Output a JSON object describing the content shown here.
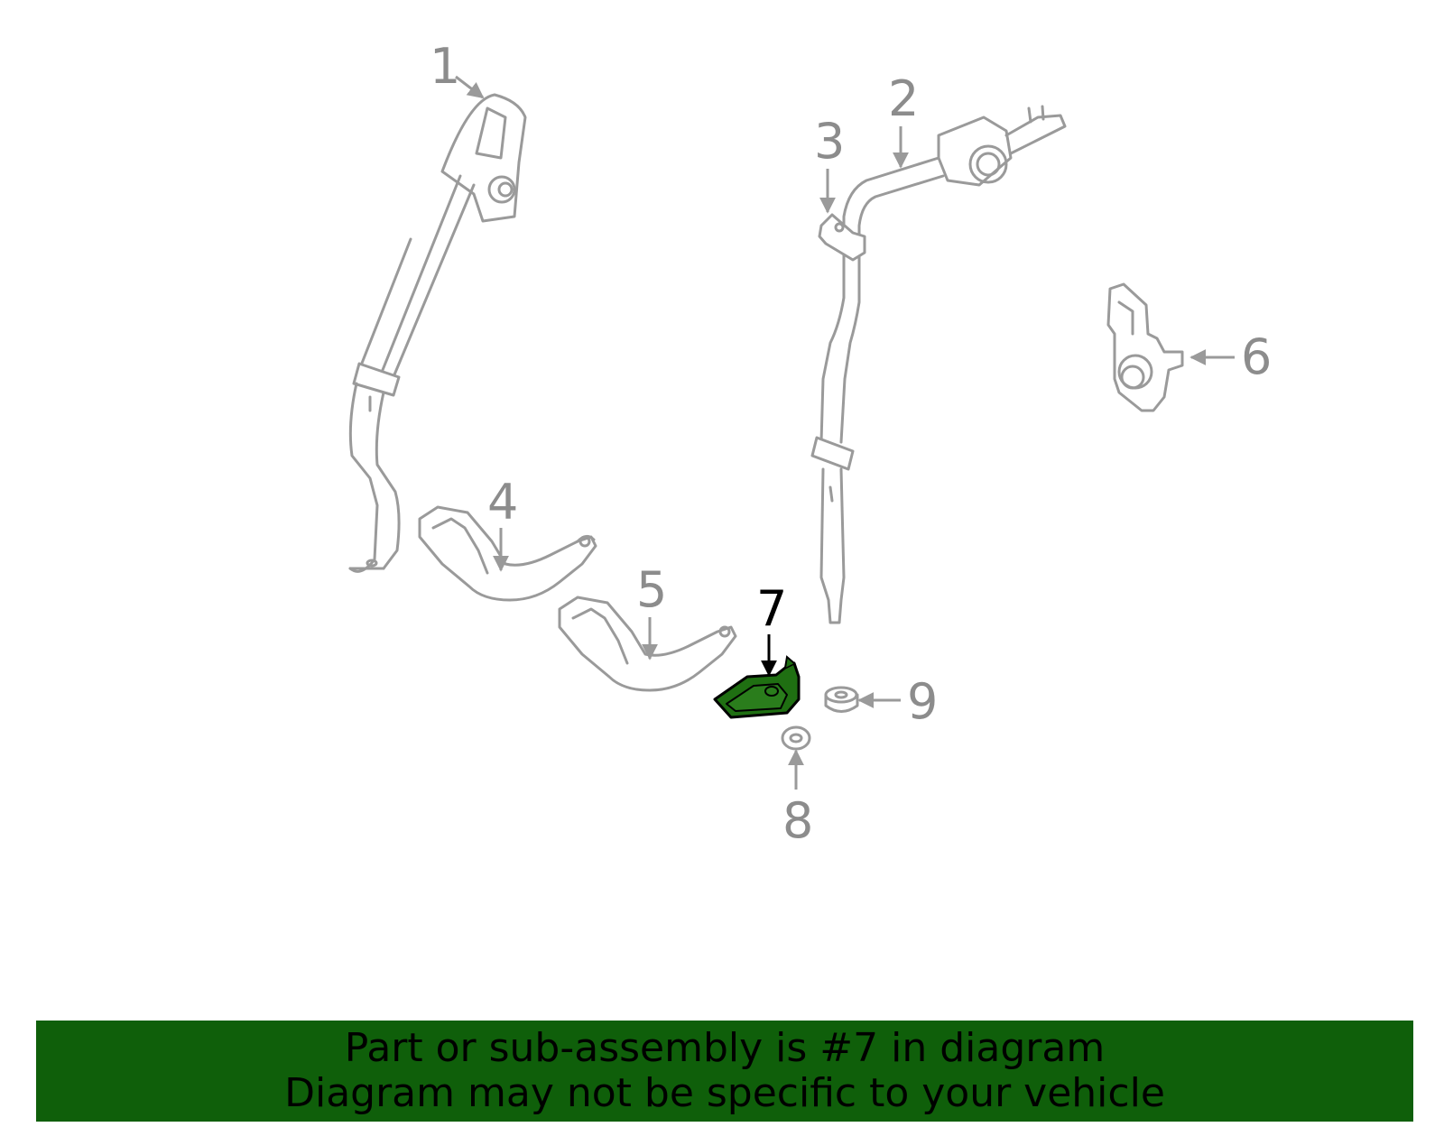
{
  "callouts": {
    "c1": "1",
    "c2": "2",
    "c3": "3",
    "c4": "4",
    "c5": "5",
    "c6": "6",
    "c7": "7",
    "c8": "8",
    "c9": "9"
  },
  "highlighted_part": "7",
  "colors": {
    "part_stroke": "#9a9a9a",
    "highlight_fill": "#1f6f12",
    "banner_background": "#0f5f0a",
    "banner_text": "#000000"
  },
  "banner": {
    "line1": "Part or sub-assembly is #7 in diagram",
    "line2": "Diagram may not be specific to your vehicle"
  }
}
